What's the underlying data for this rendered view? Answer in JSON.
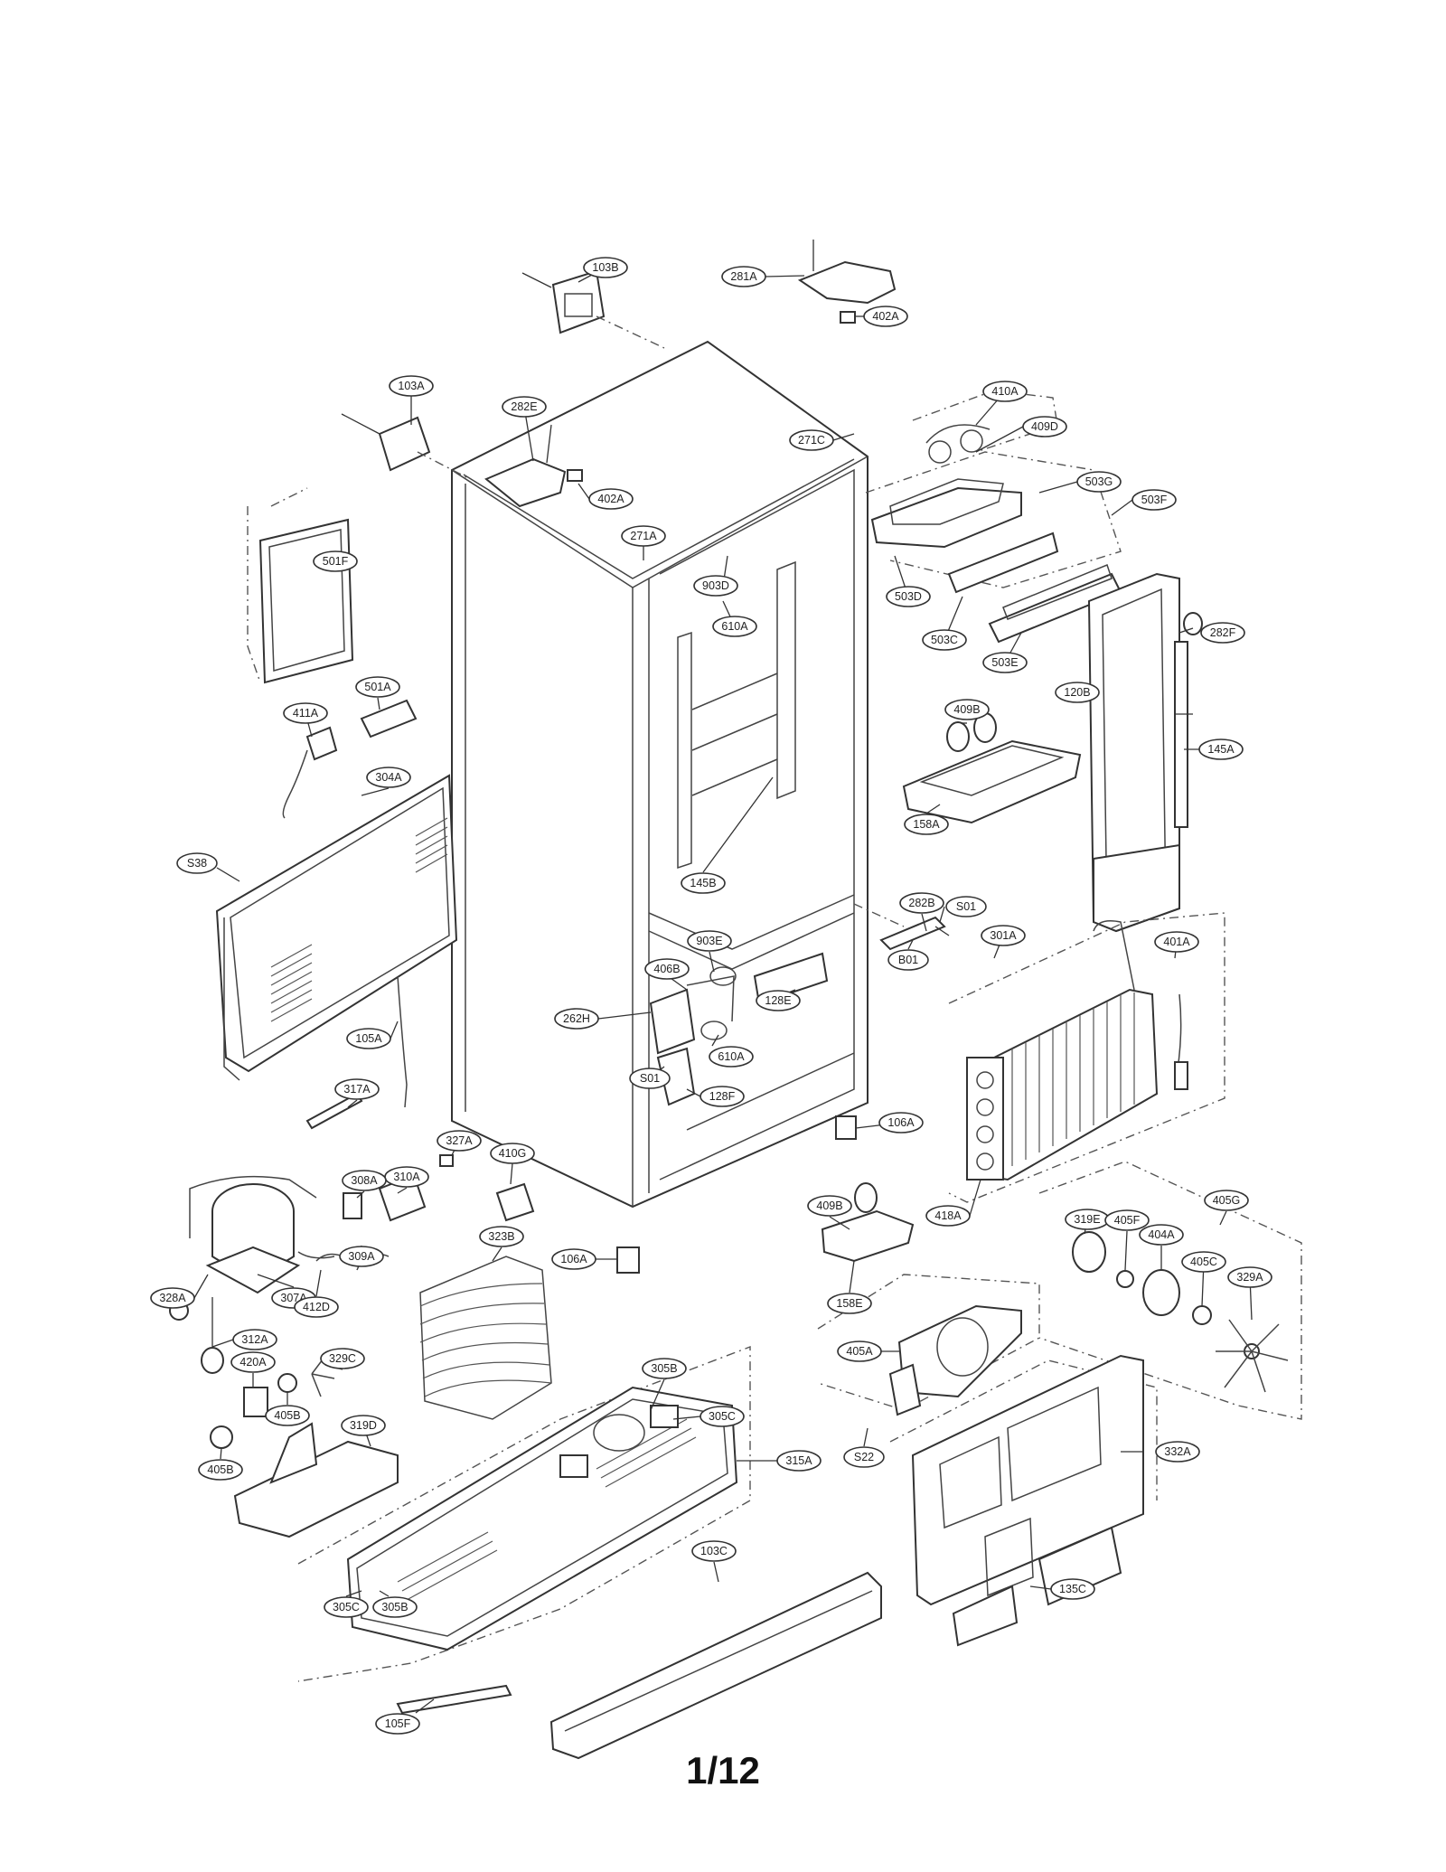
{
  "page_number": "1/12",
  "callouts": [
    {
      "id": "c-103B",
      "label": "103B"
    },
    {
      "id": "c-281A",
      "label": "281A"
    },
    {
      "id": "c-402A-top",
      "label": "402A"
    },
    {
      "id": "c-103A",
      "label": "103A"
    },
    {
      "id": "c-282E",
      "label": "282E"
    },
    {
      "id": "c-402A-mid",
      "label": "402A"
    },
    {
      "id": "c-271C",
      "label": "271C"
    },
    {
      "id": "c-410A",
      "label": "410A"
    },
    {
      "id": "c-409D",
      "label": "409D"
    },
    {
      "id": "c-503G",
      "label": "503G"
    },
    {
      "id": "c-503F",
      "label": "503F"
    },
    {
      "id": "c-501F",
      "label": "501F"
    },
    {
      "id": "c-271A",
      "label": "271A"
    },
    {
      "id": "c-903D",
      "label": "903D"
    },
    {
      "id": "c-610A-top",
      "label": "610A"
    },
    {
      "id": "c-503D",
      "label": "503D"
    },
    {
      "id": "c-503C",
      "label": "503C"
    },
    {
      "id": "c-503E",
      "label": "503E"
    },
    {
      "id": "c-282F",
      "label": "282F"
    },
    {
      "id": "c-411A",
      "label": "411A"
    },
    {
      "id": "c-501A",
      "label": "501A"
    },
    {
      "id": "c-409B-top",
      "label": "409B"
    },
    {
      "id": "c-120B",
      "label": "120B"
    },
    {
      "id": "c-304A",
      "label": "304A"
    },
    {
      "id": "c-145A",
      "label": "145A"
    },
    {
      "id": "c-158A",
      "label": "158A"
    },
    {
      "id": "c-145B",
      "label": "145B"
    },
    {
      "id": "c-S38",
      "label": "S38"
    },
    {
      "id": "c-282B",
      "label": "282B"
    },
    {
      "id": "c-S01-right",
      "label": "S01"
    },
    {
      "id": "c-B01",
      "label": "B01"
    },
    {
      "id": "c-903E",
      "label": "903E"
    },
    {
      "id": "c-406B",
      "label": "406B"
    },
    {
      "id": "c-301A",
      "label": "301A"
    },
    {
      "id": "c-401A",
      "label": "401A"
    },
    {
      "id": "c-128E",
      "label": "128E"
    },
    {
      "id": "c-262H",
      "label": "262H"
    },
    {
      "id": "c-105A",
      "label": "105A"
    },
    {
      "id": "c-610A-low",
      "label": "610A"
    },
    {
      "id": "c-S01-low",
      "label": "S01"
    },
    {
      "id": "c-128F",
      "label": "128F"
    },
    {
      "id": "c-317A",
      "label": "317A"
    },
    {
      "id": "c-327A",
      "label": "327A"
    },
    {
      "id": "c-410G",
      "label": "410G"
    },
    {
      "id": "c-106A-right",
      "label": "106A"
    },
    {
      "id": "c-310A",
      "label": "310A"
    },
    {
      "id": "c-308A",
      "label": "308A"
    },
    {
      "id": "c-409B-low",
      "label": "409B"
    },
    {
      "id": "c-418A",
      "label": "418A"
    },
    {
      "id": "c-319E",
      "label": "319E"
    },
    {
      "id": "c-405F",
      "label": "405F"
    },
    {
      "id": "c-405G",
      "label": "405G"
    },
    {
      "id": "c-309A",
      "label": "309A"
    },
    {
      "id": "c-106A-low",
      "label": "106A"
    },
    {
      "id": "c-323B",
      "label": "323B"
    },
    {
      "id": "c-404A",
      "label": "404A"
    },
    {
      "id": "c-328A",
      "label": "328A"
    },
    {
      "id": "c-307A",
      "label": "307A"
    },
    {
      "id": "c-412D",
      "label": "412D"
    },
    {
      "id": "c-158E",
      "label": "158E"
    },
    {
      "id": "c-405C-right",
      "label": "405C"
    },
    {
      "id": "c-329A",
      "label": "329A"
    },
    {
      "id": "c-312A",
      "label": "312A"
    },
    {
      "id": "c-405A",
      "label": "405A"
    },
    {
      "id": "c-329C",
      "label": "329C"
    },
    {
      "id": "c-420A",
      "label": "420A"
    },
    {
      "id": "c-305B-top",
      "label": "305B"
    },
    {
      "id": "c-405B-mid",
      "label": "405B"
    },
    {
      "id": "c-305C-top",
      "label": "305C"
    },
    {
      "id": "c-319D",
      "label": "319D"
    },
    {
      "id": "c-405B-left",
      "label": "405B"
    },
    {
      "id": "c-S22",
      "label": "S22"
    },
    {
      "id": "c-315A",
      "label": "315A"
    },
    {
      "id": "c-332A",
      "label": "332A"
    },
    {
      "id": "c-103C",
      "label": "103C"
    },
    {
      "id": "c-135C",
      "label": "135C"
    },
    {
      "id": "c-305C-low",
      "label": "305C"
    },
    {
      "id": "c-305B-low",
      "label": "305B"
    },
    {
      "id": "c-105F",
      "label": "105F"
    }
  ]
}
